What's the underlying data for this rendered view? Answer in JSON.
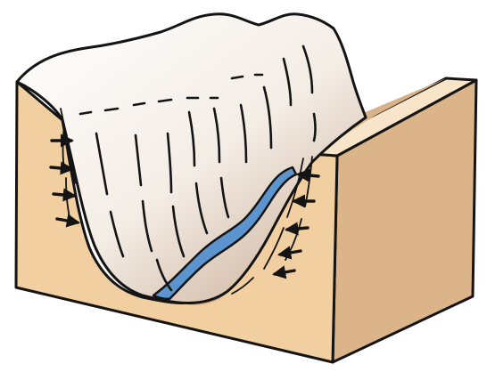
{
  "diagram": {
    "subject": "glacial-valley-block-diagram",
    "colors": {
      "rock_front": "#f2cfa1",
      "rock_side": "#dcb48a",
      "rock_top": "#f8e4c8",
      "rock_cut": "#d9ae84",
      "ice_light": "#fdfbf8",
      "ice_shadow": "#c9b09a",
      "river": "#5b94cf",
      "outline": "#141414"
    },
    "arrows": {
      "left_wall_direction": "right",
      "right_wall_direction": "left",
      "left_count": 4,
      "right_count": 5
    }
  }
}
